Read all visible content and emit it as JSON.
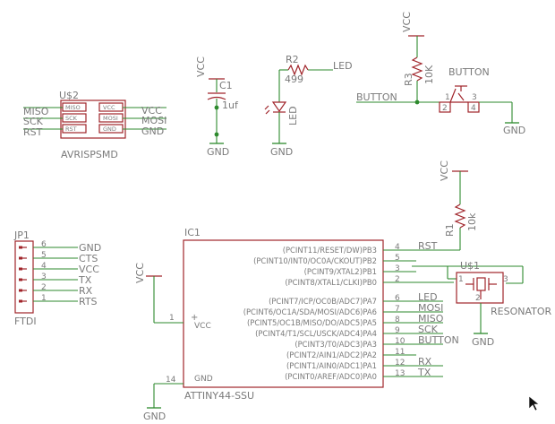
{
  "colors": {
    "wire": "#2d8a2d",
    "component": "#a0242a",
    "text": "#7a7a7a"
  },
  "isp": {
    "ref": "U$2",
    "name": "AVRISPSMD",
    "left_pins": [
      "MISO",
      "SCK",
      "RST"
    ],
    "left_nets": [
      "MISO",
      "SCK",
      "RST"
    ],
    "right_pins": [
      "VCC",
      "MOSI",
      "GND"
    ],
    "right_nets": [
      "VCC",
      "MOSI",
      "GND"
    ]
  },
  "cap": {
    "supply": "VCC",
    "ref": "C1",
    "value": "1uf",
    "gnd": "GND"
  },
  "led": {
    "r_ref": "R2",
    "r_value": "499",
    "net": "LED",
    "name": "LED",
    "gnd": "GND"
  },
  "button": {
    "supply": "VCC",
    "r_ref": "R3",
    "r_value": "10K",
    "name": "BUTTON",
    "net": "BUTTON",
    "pin1": "1",
    "pin2": "2",
    "pin3": "3",
    "pin4": "4",
    "gnd": "GND"
  },
  "rst_pull": {
    "supply": "VCC",
    "r_ref": "R1",
    "r_value": "10k",
    "net": "RST"
  },
  "ftdi": {
    "ref": "JP1",
    "name": "FTDI",
    "pins": [
      {
        "num": "6",
        "net": "GND"
      },
      {
        "num": "5",
        "net": "CTS"
      },
      {
        "num": "4",
        "net": "VCC"
      },
      {
        "num": "3",
        "net": "TX"
      },
      {
        "num": "2",
        "net": "RX"
      },
      {
        "num": "1",
        "net": "RTS"
      }
    ]
  },
  "mcu": {
    "ref": "IC1",
    "name": "ATTINY44-SSU",
    "vcc_supply": "VCC",
    "gnd_label": "GND",
    "vcc_pin": {
      "num": "1",
      "name": "VCC",
      "mark": "+"
    },
    "gnd_pin": {
      "num": "14",
      "name": "GND"
    },
    "right_pins": [
      {
        "num": "4",
        "name": "(PCINT11/RESET/DW)PB3",
        "net": "RST"
      },
      {
        "num": "5",
        "name": "(PCINT10/INT0/OC0A/CKOUT)PB2",
        "net": ""
      },
      {
        "num": "3",
        "name": "(PCINT9/XTAL2)PB1",
        "net": ""
      },
      {
        "num": "2",
        "name": "(PCINT8/XTAL1/CLKI)PB0",
        "net": ""
      },
      {
        "num": "6",
        "name": "(PCINT7/ICP/OC0B/ADC7)PA7",
        "net": "LED"
      },
      {
        "num": "7",
        "name": "(PCINT6/OC1A/SDA/MOSI/ADC6)PA6",
        "net": "MOSI"
      },
      {
        "num": "8",
        "name": "(PCINT5/OC1B/MISO/DO/ADC5)PA5",
        "net": "MISO"
      },
      {
        "num": "9",
        "name": "(PCINT4/T1/SCL/USCK/ADC4)PA4",
        "net": "SCK"
      },
      {
        "num": "10",
        "name": "(PCINT3/T0/ADC3)PA3",
        "net": "BUTTON"
      },
      {
        "num": "11",
        "name": "(PCINT2/AIN1/ADC2)PA2",
        "net": ""
      },
      {
        "num": "12",
        "name": "(PCINT1/AIN0/ADC1)PA1",
        "net": "RX"
      },
      {
        "num": "13",
        "name": "(PCINT0/AREF/ADC0)PA0",
        "net": "TX"
      }
    ]
  },
  "resonator": {
    "ref": "U$1",
    "name": "RESONATOR",
    "pin1": "1",
    "pin2": "2",
    "pin3": "3",
    "gnd": "GND"
  }
}
